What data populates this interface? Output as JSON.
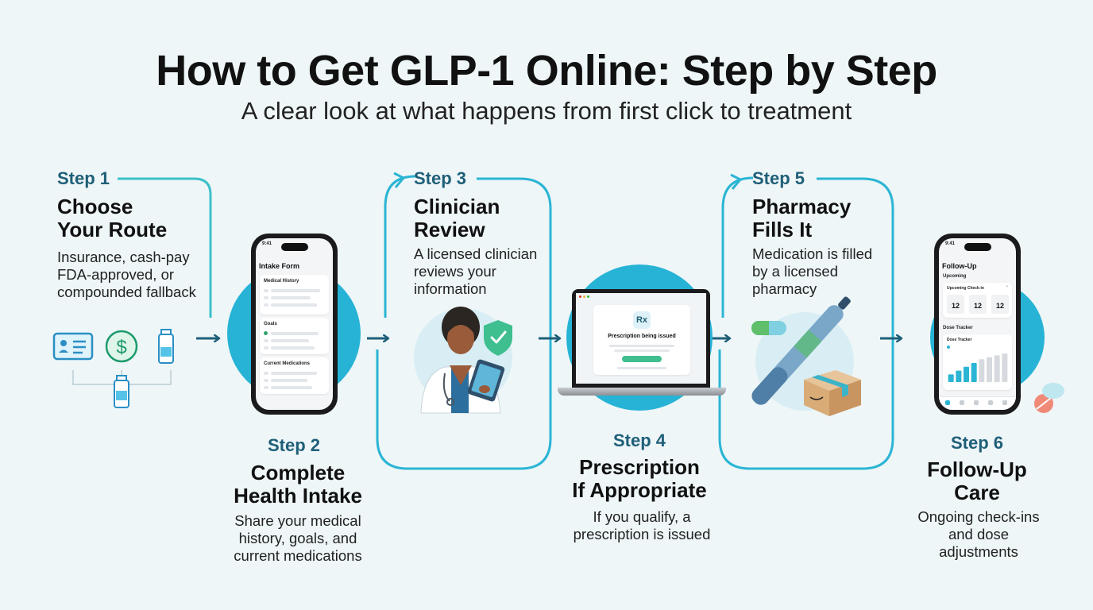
{
  "title": "How to Get GLP-1 Online: Step by Step",
  "subtitle": "A clear look at what happens from first click to treatment",
  "colors": {
    "accent": "#2bb5d4",
    "step_label": "#1f5f78",
    "arrow": "#1f5f78",
    "background": "#eef6f8"
  },
  "steps": [
    {
      "label": "Step 1",
      "title_line1": "Choose",
      "title_line2": "Your Route",
      "desc_line1": "Insurance, cash-pay",
      "desc_line2": "FDA-approved, or",
      "desc_line3": "compounded fallback",
      "icons": [
        "insurance-card-icon",
        "dollar-coin-icon",
        "vial-icon",
        "vial-icon"
      ]
    },
    {
      "label": "Step 2",
      "title_line1": "Complete",
      "title_line2": "Health Intake",
      "desc_line1": "Share your medical",
      "desc_line2": "history, goals, and",
      "desc_line3": "current medications",
      "phone": {
        "time": "9:41",
        "header": "Intake Form",
        "sections": [
          "Medical History",
          "Goals",
          "Current Medications"
        ]
      }
    },
    {
      "label": "Step 3",
      "title_line1": "Clinician",
      "title_line2": "Review",
      "desc_line1": "A licensed clinician",
      "desc_line2": "reviews your",
      "desc_line3": "information",
      "icons": [
        "clinician-icon",
        "shield-check-icon"
      ]
    },
    {
      "label": "Step 4",
      "title_line1": "Prescription",
      "title_line2": "If Appropriate",
      "desc_line1": "If you qualify, a",
      "desc_line2": "prescription is issued",
      "laptop": {
        "rx_symbol": "Rx",
        "heading": "Prescription being issued"
      }
    },
    {
      "label": "Step 5",
      "title_line1": "Pharmacy",
      "title_line2": "Fills It",
      "desc_line1": "Medication is filled",
      "desc_line2": "by a licensed",
      "desc_line3": "pharmacy",
      "icons": [
        "capsule-icon",
        "pen-injector-icon",
        "package-icon"
      ]
    },
    {
      "label": "Step 6",
      "title_line1": "Follow-Up",
      "title_line2": "Care",
      "desc_line1": "Ongoing check-ins",
      "desc_line2": "and dose",
      "desc_line3": "adjustments",
      "phone": {
        "time": "9:41",
        "header": "Follow-Up",
        "upcoming": "Upcoming",
        "checkin": "Upcoming Check-in",
        "dates": [
          "12",
          "12",
          "12"
        ],
        "tracker": "Dose Tracker",
        "tracker_card": "Dose Tracker",
        "chart_values": [
          2,
          3,
          4,
          5,
          6,
          6.5,
          7,
          7.5
        ]
      }
    }
  ]
}
